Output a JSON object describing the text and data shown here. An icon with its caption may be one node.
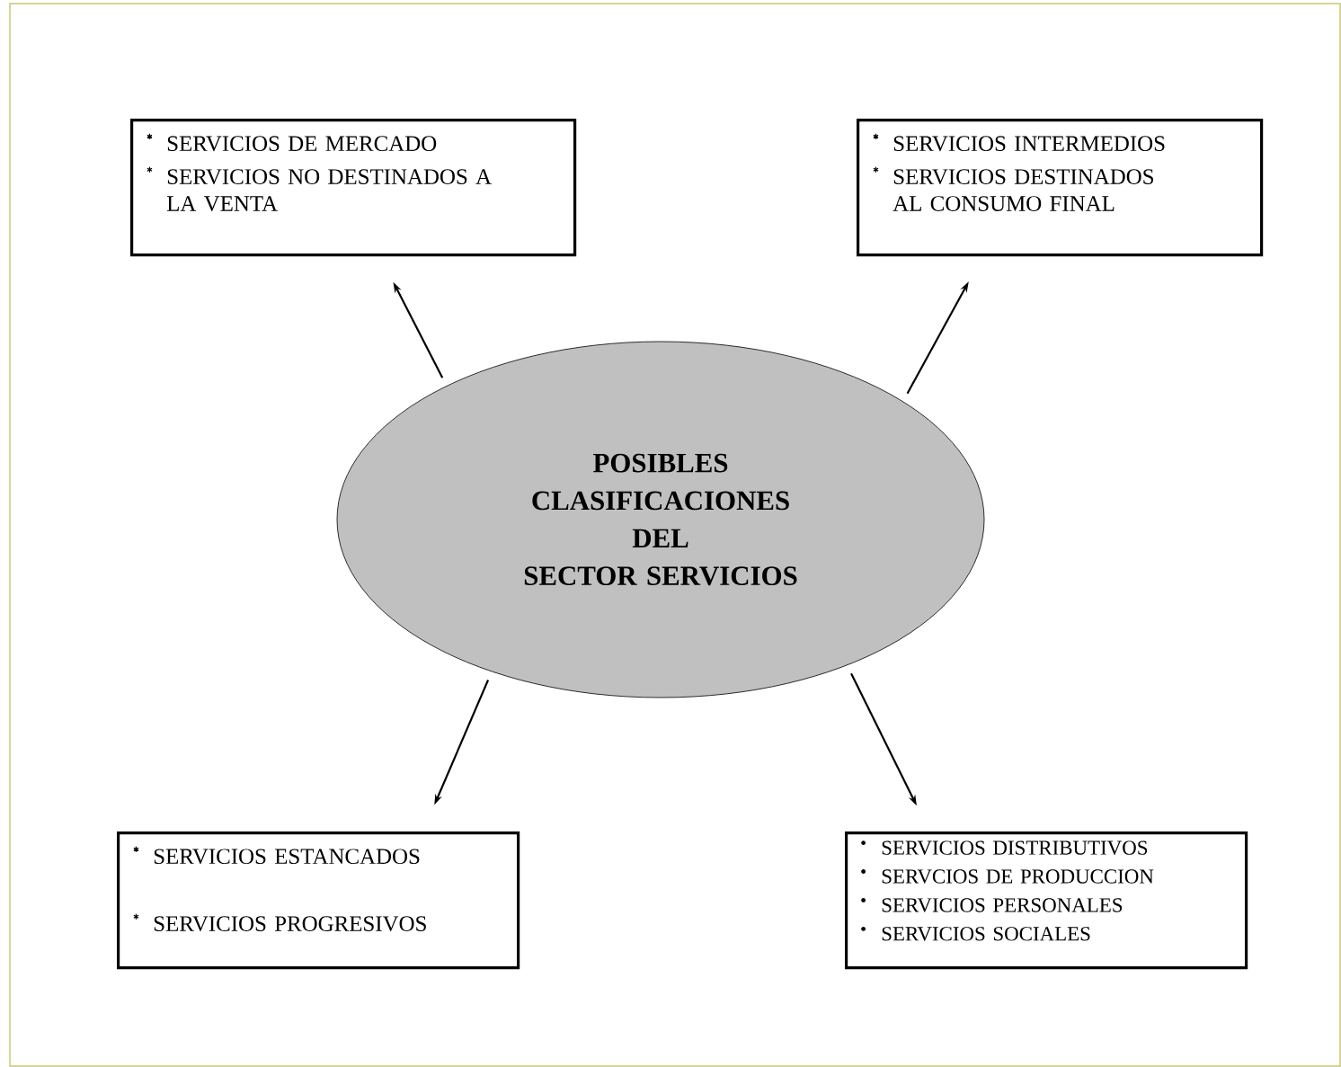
{
  "diagram": {
    "nodes": [
      {
        "text": [
          "POSIBLES CLASIFICACIONES DEL SECTOR SERVICIOS"
        ]
      },
      {
        "text": [
          "SERVICIOS DE MERCADO",
          "SERVICIOS NO DESTINADOS A LA VENTA"
        ]
      },
      {
        "text": [
          "SERVICIOS INTERMEDIOS",
          "SERVICIOS DESTINADOS AL CONSUMO FINAL"
        ]
      },
      {
        "text": [
          "SERVICIOS ESTANCADOS",
          "SERVICIOS PROGRESIVOS"
        ]
      },
      {
        "text": [
          "SERVICIOS DISTRIBUTIVOS",
          "SERVCIOS DE PRODUCCION",
          "SERVICIOS PERSONALES",
          "SERVICIOS SOCIALES"
        ]
      }
    ],
    "edges": [
      {
        "from": 0,
        "to": 1,
        "arrow": "to"
      },
      {
        "from": 0,
        "to": 2,
        "arrow": "to"
      },
      {
        "from": 0,
        "to": 3,
        "arrow": "to"
      },
      {
        "from": 0,
        "to": 4,
        "arrow": "to"
      }
    ]
  }
}
